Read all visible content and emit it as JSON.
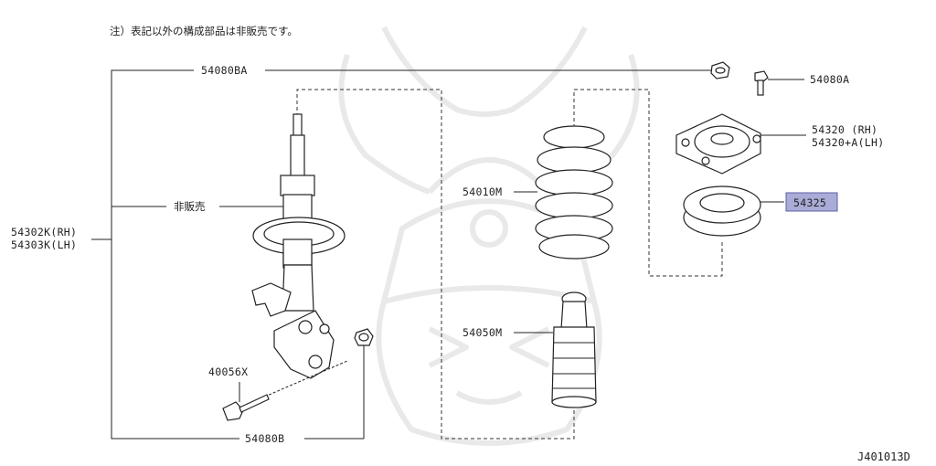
{
  "note": "注）表記以外の構成部品は非販売です。",
  "diagram_id": "J401013D",
  "highlight_color": "#a9acd6",
  "parts": {
    "strut_bolt_upper": "54080BA",
    "not_sold": "非販売",
    "strut_rh": "54302K(RH)",
    "strut_lh": "54303K(LH)",
    "bolt_40056": "40056X",
    "nut_54080b": "54080B",
    "spring": "54010M",
    "bound_bumper": "54050M",
    "mount_bolt": "54080A",
    "mount_rh": "54320 (RH)",
    "mount_lh": "54320+A(LH)",
    "bearing": "54325"
  },
  "icons": {
    "watermark": "samurai-helmet-watermark"
  }
}
